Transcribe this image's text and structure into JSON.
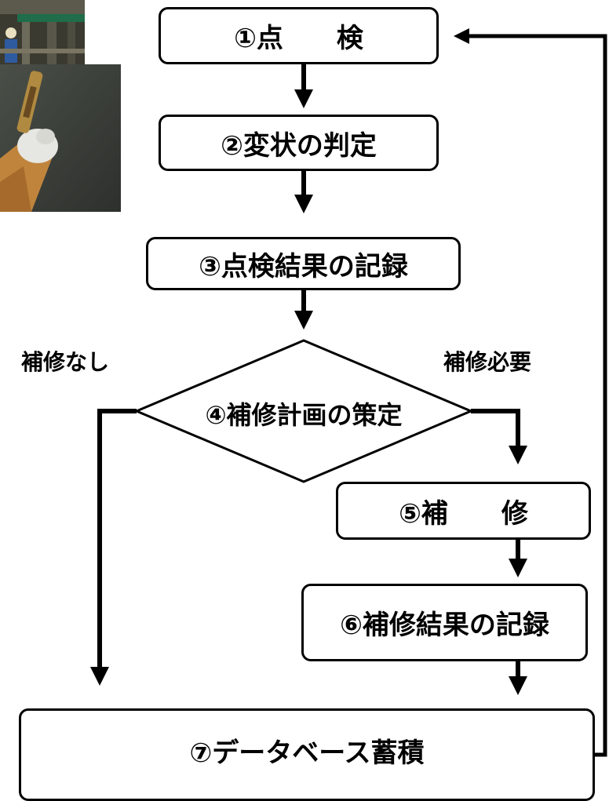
{
  "steps": {
    "s1": "①点　　検",
    "s2": "②変状の判定",
    "s3": "③点検結果の記録",
    "s4": "④補修計画の策定",
    "s5": "⑤補　　修",
    "s6": "⑥補修結果の記録",
    "s7": "⑦データベース蓄積"
  },
  "branches": {
    "no_repair": "補修なし",
    "repair_needed": "補修必要"
  },
  "colors": {
    "line": "#000000",
    "background": "#ffffff"
  },
  "images": {
    "top_photo": "inspection-site-photo",
    "bottom_photo": "hammering-test-photo"
  }
}
